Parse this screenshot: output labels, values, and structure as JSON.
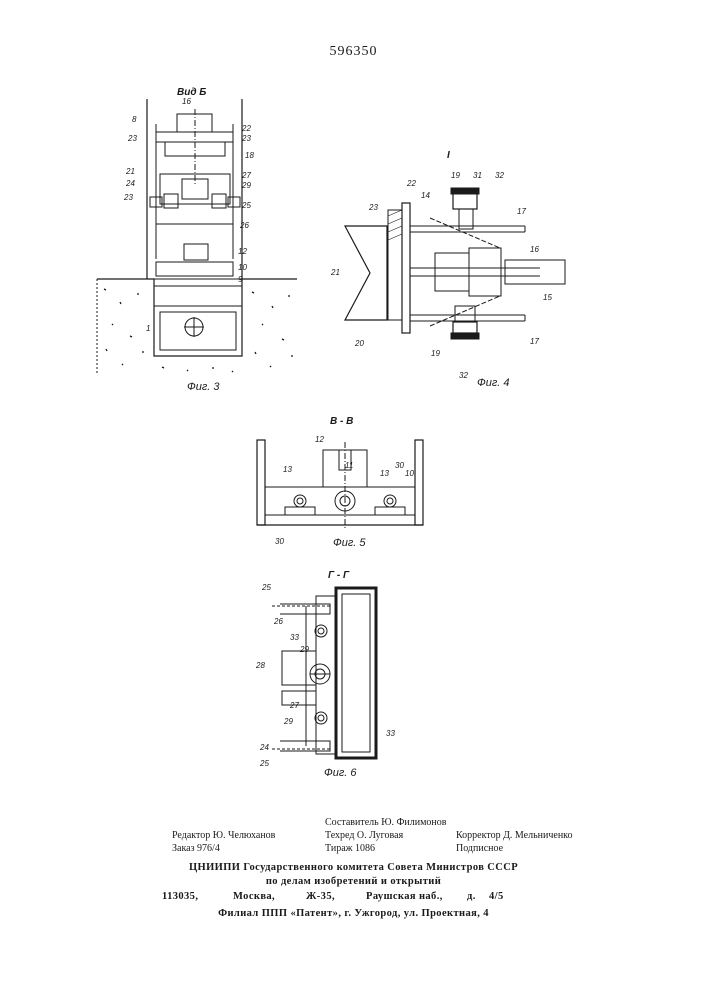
{
  "patent_number": "596350",
  "figures": {
    "fig3": {
      "view_title": "Вид Б",
      "caption": "Фиг. 3",
      "labels": [
        "16",
        "8",
        "22",
        "23",
        "23",
        "18",
        "21",
        "27",
        "24",
        "29",
        "23",
        "25",
        "26",
        "12",
        "10",
        "9",
        "1"
      ]
    },
    "fig4": {
      "view_title": "I",
      "caption": "Фиг. 4",
      "labels": [
        "19",
        "31",
        "32",
        "22",
        "14",
        "23",
        "17",
        "16",
        "21",
        "15",
        "20",
        "17",
        "19",
        "32"
      ]
    },
    "fig5": {
      "section_title": "В - В",
      "caption": "Фиг. 5",
      "labels": [
        "12",
        "11",
        "30",
        "13",
        "13",
        "10",
        "30"
      ]
    },
    "fig6": {
      "section_title": "Г - Г",
      "caption": "Фиг. 6",
      "labels": [
        "25",
        "26",
        "33",
        "29",
        "28",
        "27",
        "29",
        "33",
        "24",
        "25"
      ]
    }
  },
  "imprint": {
    "compiler": "Составитель Ю. Филимонов",
    "editor": "Редактор Ю. Челюханов",
    "techred": "Техред О. Луговая",
    "corrector": "Корректор Д. Мельниченко",
    "order": "Заказ 976/4",
    "circulation": "Тираж 1086",
    "subscription": "Подписное"
  },
  "publisher": {
    "line1": "ЦНИИПИ Государственного комитета Совета Министров СССР",
    "line2": "по делам изобретений и открытий",
    "line3_index": "113035,",
    "line3_city": "Москва,",
    "line3_street": "Ж-35,",
    "line3_emb": "Раушская наб.,",
    "line3_d": "д.",
    "line3_num": "4/5",
    "line4": "Филиал ППП «Патент», г. Ужгород, ул. Проектная, 4"
  }
}
